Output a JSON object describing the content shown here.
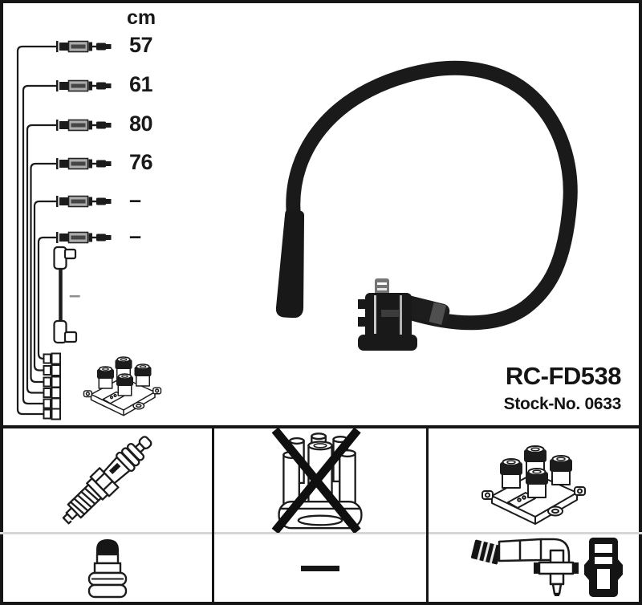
{
  "product": {
    "code": "RC-FD538",
    "stock_no_label": "Stock-No. 0633"
  },
  "length_table": {
    "unit_header": "cm",
    "rows": [
      {
        "length": "57"
      },
      {
        "length": "61"
      },
      {
        "length": "80"
      },
      {
        "length": "76"
      },
      {
        "length": "–"
      },
      {
        "length": "–"
      }
    ],
    "coil_wire_length": "–"
  },
  "grid": {
    "cells": [
      {
        "icon": "spark-plug-icon"
      },
      {
        "icon": "distributor-cap-icon",
        "crossed_out": true
      },
      {
        "icon": "ignition-coil-icon"
      },
      {
        "icon": "spark-plug-boot-icon"
      },
      {
        "icon": "dash-symbol"
      },
      {
        "icon": "coil-connector-icon"
      }
    ]
  },
  "colors": {
    "ink": "#1b1b1b",
    "divider_gray": "#d6d6d6",
    "background": "#ffffff"
  }
}
